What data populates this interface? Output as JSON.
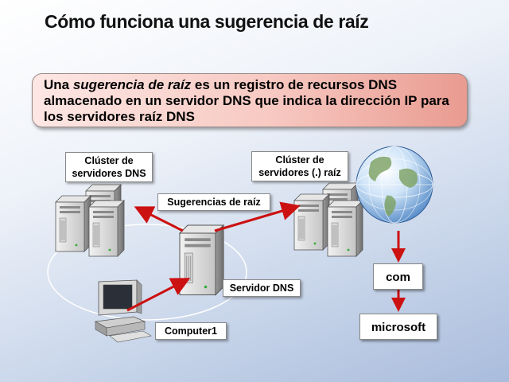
{
  "title": "Cómo funciona una sugerencia de raíz",
  "definition": {
    "part1": "Una ",
    "term": "sugerencia de raíz",
    "part2": " es un registro de recursos DNS almacenado en un servidor DNS que indica la dirección IP para los servidores raíz DNS"
  },
  "labels": {
    "dns_cluster": "Clúster de servidores DNS",
    "root_cluster": "Clúster de servidores (.) raíz",
    "root_hints": "Sugerencias de raíz",
    "dns_server": "Servidor DNS",
    "computer": "Computer1"
  },
  "hierarchy": {
    "com": "com",
    "microsoft": "microsoft"
  },
  "colors": {
    "arrow": "#cc1111",
    "definition_box_start": "#fde7e4",
    "definition_box_end": "#e99b90"
  }
}
